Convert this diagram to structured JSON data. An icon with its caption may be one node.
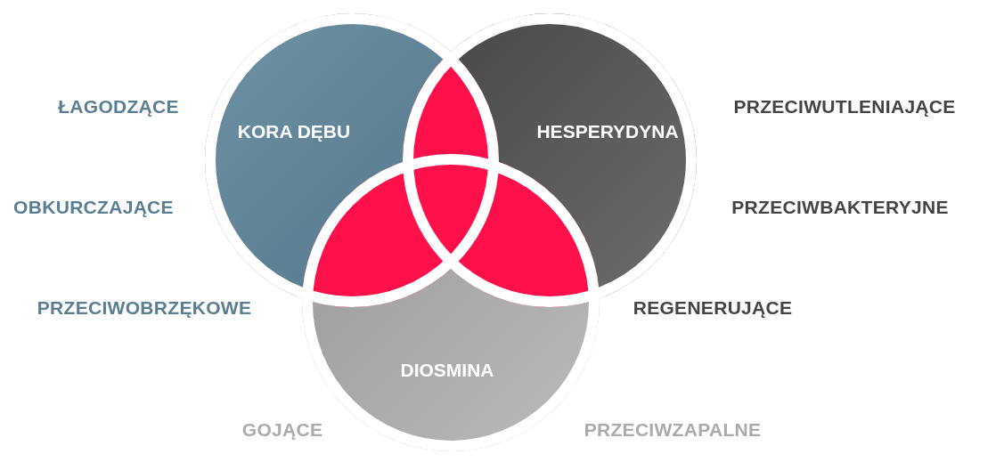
{
  "diagram": {
    "nodes": [
      {
        "text": [
          "KORA DĘBU"
        ]
      },
      {
        "text": [
          "HESPERYDYNA"
        ]
      },
      {
        "text": [
          "DIOSMINA"
        ]
      }
    ],
    "labels": [
      "ŁAGODZĄCE",
      "PRZECIWUTLENIAJĄCE",
      "OBKURCZAJĄCE",
      "PRZECIWBAKTERYJNE",
      "PRZECIWOBRZĘKOWE",
      "REGENERUJĄCE",
      "GOJĄCE",
      "PRZECIWZAPALNE"
    ]
  }
}
